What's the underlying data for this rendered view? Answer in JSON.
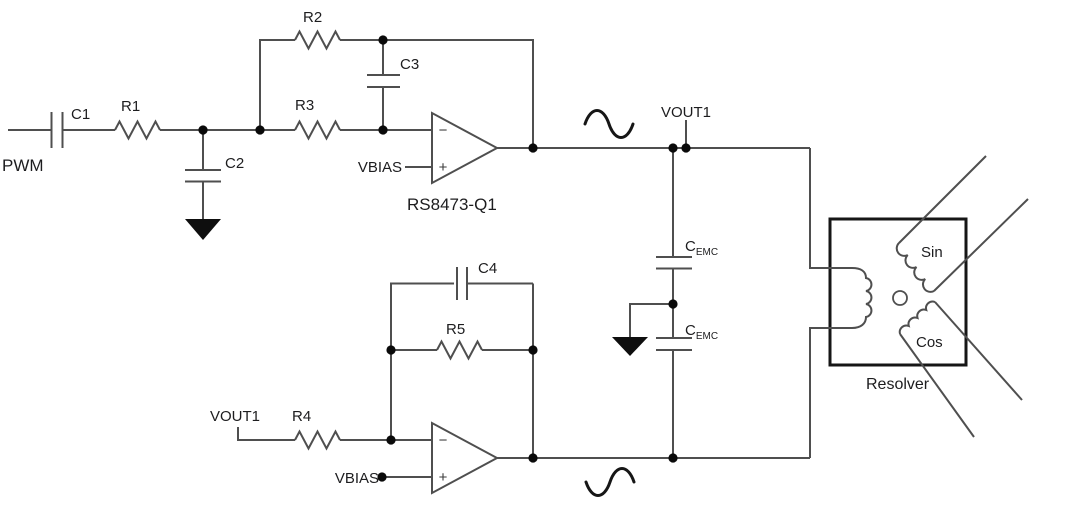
{
  "schematic": {
    "input": {
      "pwm": "PWM",
      "c1": "C1",
      "r1": "R1",
      "c2": "C2"
    },
    "opamp_top": {
      "r2": "R2",
      "r3": "R3",
      "c3": "C3",
      "vbias": "VBIAS",
      "part": "RS8473-Q1",
      "minus": "−",
      "plus": "+",
      "output": "VOUT1"
    },
    "emc": {
      "cap_symbol": "C",
      "cap_subscript": "EMC"
    },
    "opamp_bottom": {
      "input": "VOUT1",
      "r4": "R4",
      "r5": "R5",
      "c4": "C4",
      "vbias": "VBIAS",
      "minus": "−",
      "plus": "+"
    },
    "resolver": {
      "sin": "Sin",
      "cos": "Cos",
      "caption": "Resolver"
    },
    "colors": {
      "wire": "#4f4f4f",
      "ink": "#1d1d1f",
      "solid_black": "#0e0e0e",
      "background": "#ffffff"
    }
  }
}
